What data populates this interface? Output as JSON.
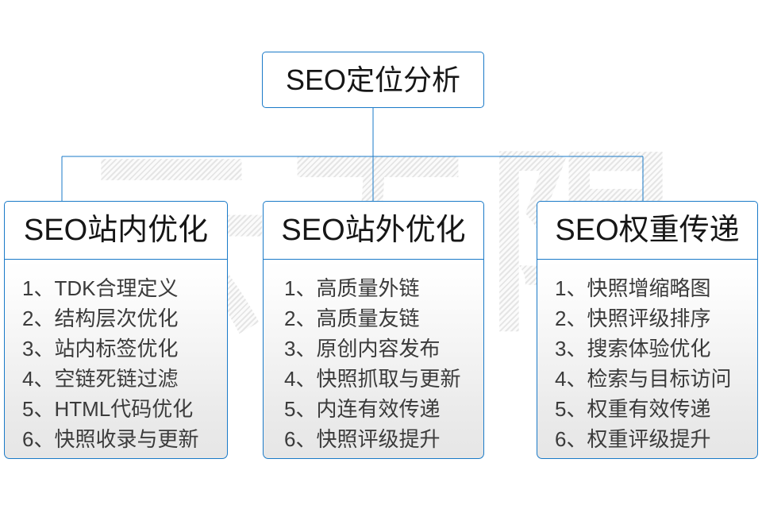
{
  "watermark": {
    "text": "云无限"
  },
  "diagram": {
    "root": {
      "label": "SEO定位分析"
    },
    "columns": [
      {
        "header": "SEO站内优化",
        "items": [
          "1、TDK合理定义",
          "2、结构层次优化",
          "3、站内标签优化",
          "4、空链死链过滤",
          "5、HTML代码优化",
          "6、快照收录与更新"
        ]
      },
      {
        "header": "SEO站外优化",
        "items": [
          "1、高质量外链",
          "2、高质量友链",
          "3、原创内容发布",
          "4、快照抓取与更新",
          "5、内连有效传递",
          "6、快照评级提升"
        ]
      },
      {
        "header": "SEO权重传递",
        "items": [
          "1、快照增缩略图",
          "2、快照评级排序",
          "3、搜索体验优化",
          "4、检索与目标访问",
          "5、权重有效传递",
          "6、权重评级提升"
        ]
      }
    ]
  },
  "colors": {
    "border_blue": "#1a7ac8",
    "connector_blue": "#1a7ac8",
    "title_text": "#161616",
    "list_text": "#3b3b3b",
    "background": "#ffffff"
  }
}
